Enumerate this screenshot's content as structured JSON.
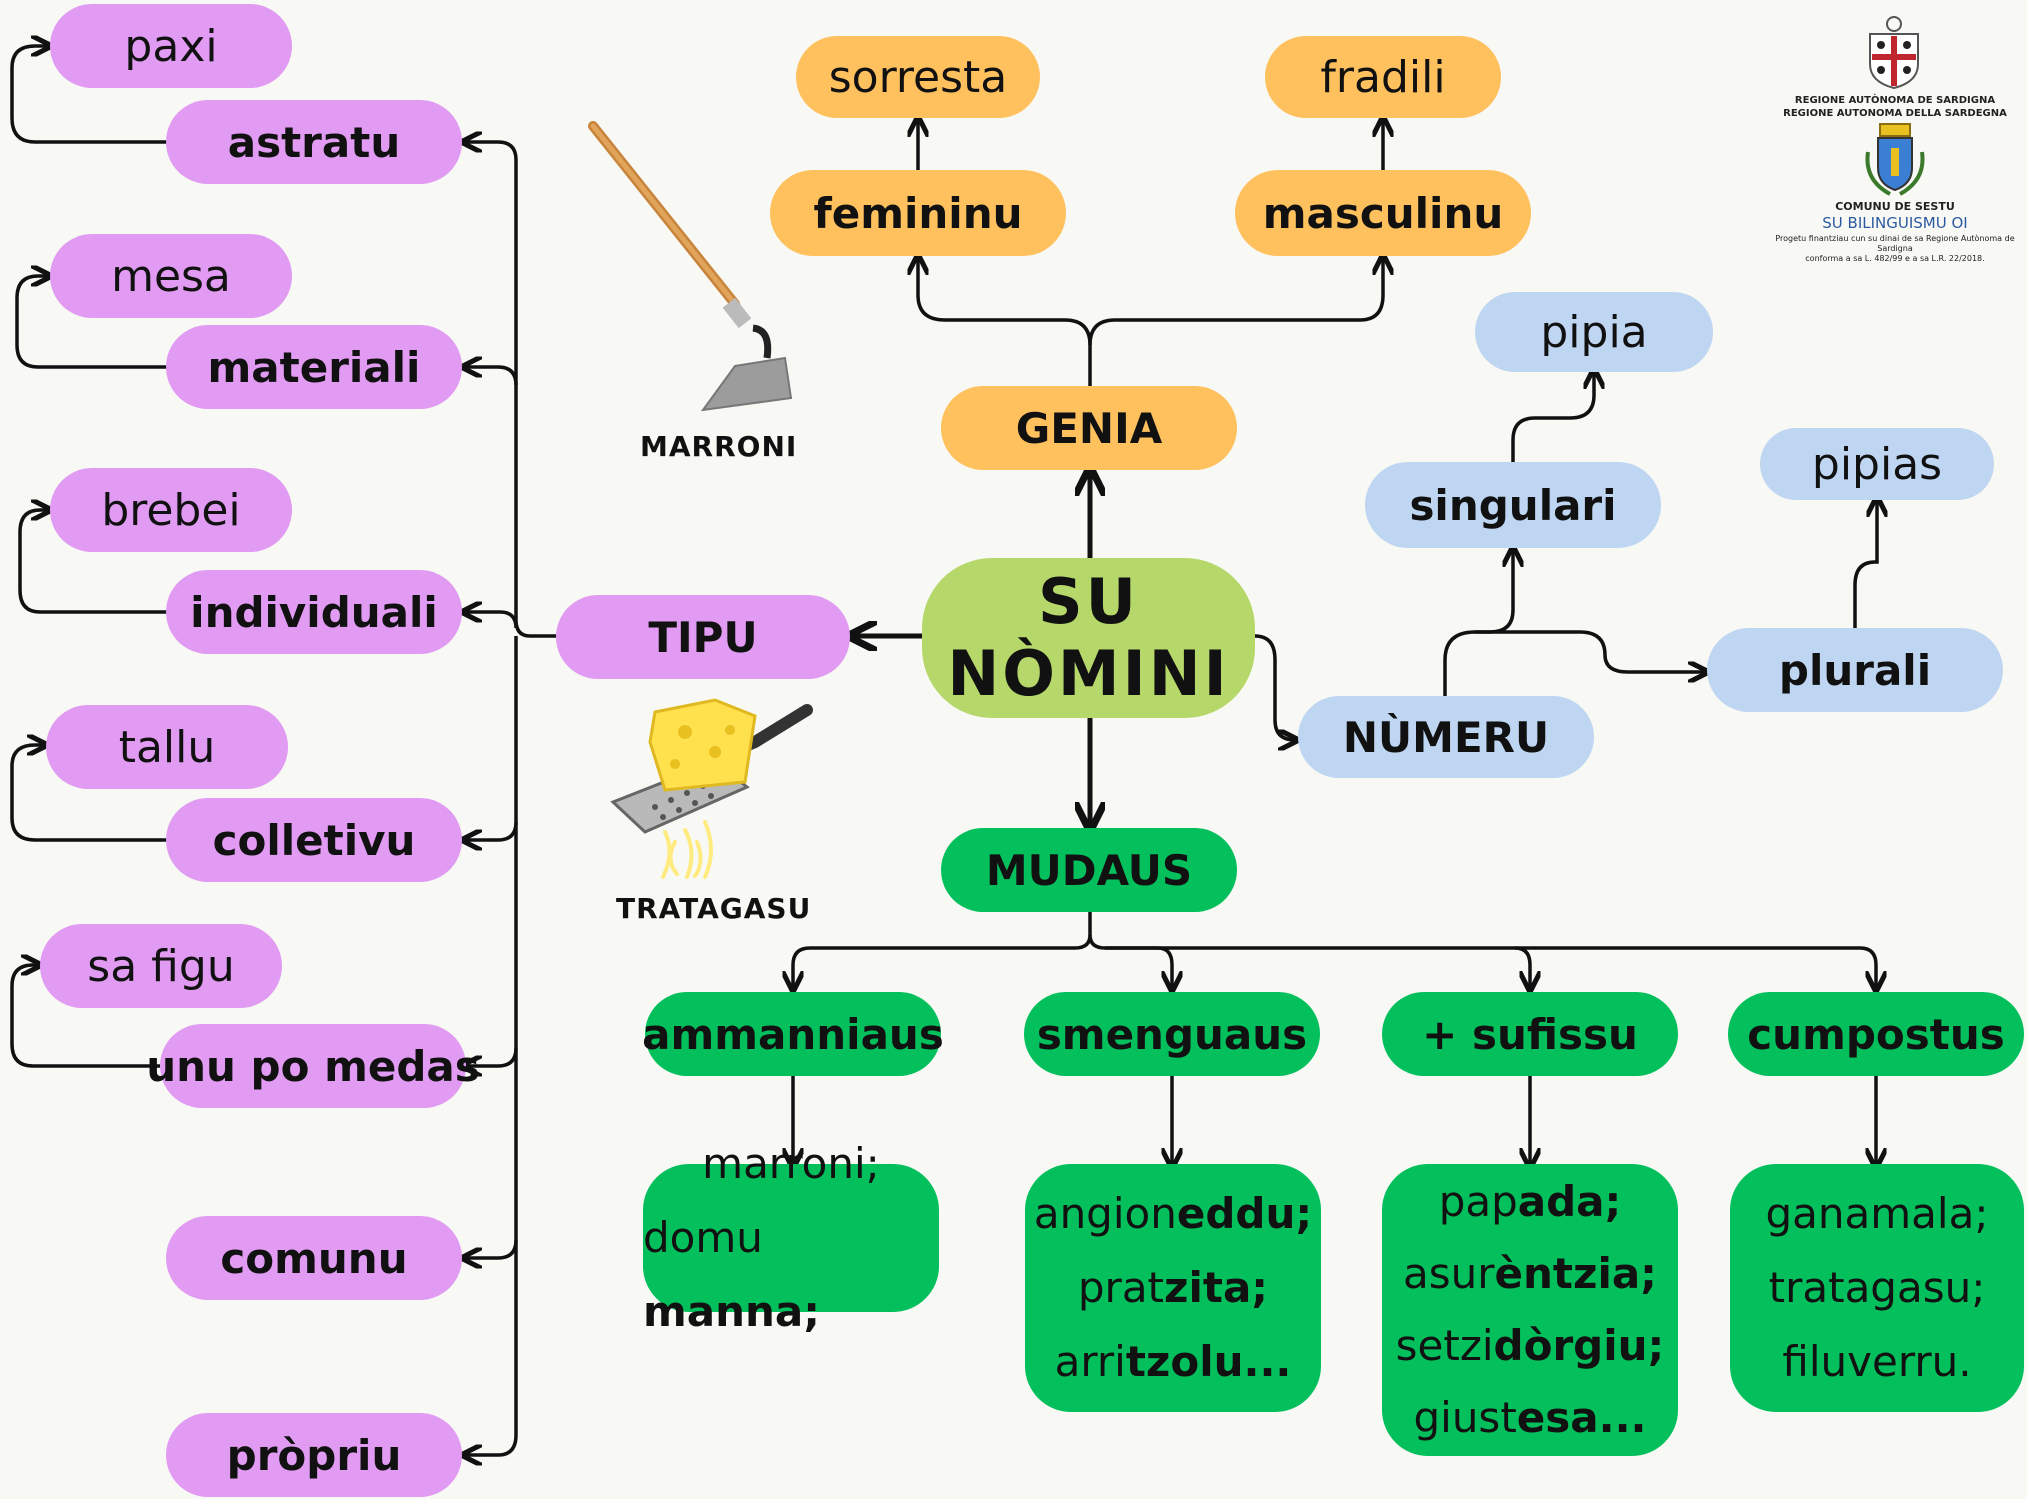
{
  "center": {
    "line1": "SU",
    "line2": "NÒMINI"
  },
  "genia": {
    "label": "GENIA",
    "femininu": {
      "label": "femininu",
      "example": "sorresta"
    },
    "masculinu": {
      "label": "masculinu",
      "example": "fradili"
    }
  },
  "numeru": {
    "label": "NÙMERU",
    "singulari": {
      "label": "singulari",
      "example": "pipia"
    },
    "plurali": {
      "label": "plurali",
      "example": "pipias"
    }
  },
  "tipu": {
    "label": "TIPU",
    "items": [
      {
        "label": "astratu",
        "example": "paxi"
      },
      {
        "label": "materiali",
        "example": "mesa"
      },
      {
        "label": "individuali",
        "example": "brebei"
      },
      {
        "label": "colletivu",
        "example": "tallu"
      },
      {
        "label": "unu po medas",
        "example": "sa figu"
      },
      {
        "label": "comunu"
      },
      {
        "label": "pròpriu"
      }
    ]
  },
  "mudaus": {
    "label": "MUDAUS",
    "categories": [
      {
        "label": "ammanniaus",
        "examples": [
          [
            "marroni;",
            ""
          ],
          [
            "domu ",
            "manna;"
          ]
        ]
      },
      {
        "label": "smenguaus",
        "examples": [
          [
            "angion",
            "eddu;"
          ],
          [
            "prat",
            "zita;"
          ],
          [
            "arri",
            "tzolu..."
          ]
        ]
      },
      {
        "label": "+ sufissu",
        "examples": [
          [
            "pap",
            "ada;"
          ],
          [
            "asur",
            "èntzia;"
          ],
          [
            "setzi",
            "dòrgiu;"
          ],
          [
            "giust",
            "esa..."
          ]
        ]
      },
      {
        "label": "cumpostus",
        "examples": [
          [
            "ganamala;",
            ""
          ],
          [
            "tratagasu;",
            ""
          ],
          [
            "filuverru.",
            ""
          ]
        ]
      }
    ]
  },
  "illustrations": {
    "hoe_caption": "MARRONI",
    "grater_caption": "TRATAGASU"
  },
  "logos": {
    "region_line1": "REGIONE AUTÒNOMA DE SARDIGNA",
    "region_line2": "REGIONE AUTONOMA DELLA SARDEGNA",
    "comune": "COMUNU DE SESTU",
    "project": "SU BILINGUISMU OI",
    "note_line1": "Progetu finantziau cun su dinai de sa Regione Autònoma de Sardigna",
    "note_line2": "conforma a sa L. 482/99 e a sa L.R. 22/2018."
  },
  "colors": {
    "purple": "#e19bf2",
    "orange": "#ffc15e",
    "blue": "#bfd6f2",
    "green": "#03bf5c",
    "lime": "#b6d86a"
  }
}
